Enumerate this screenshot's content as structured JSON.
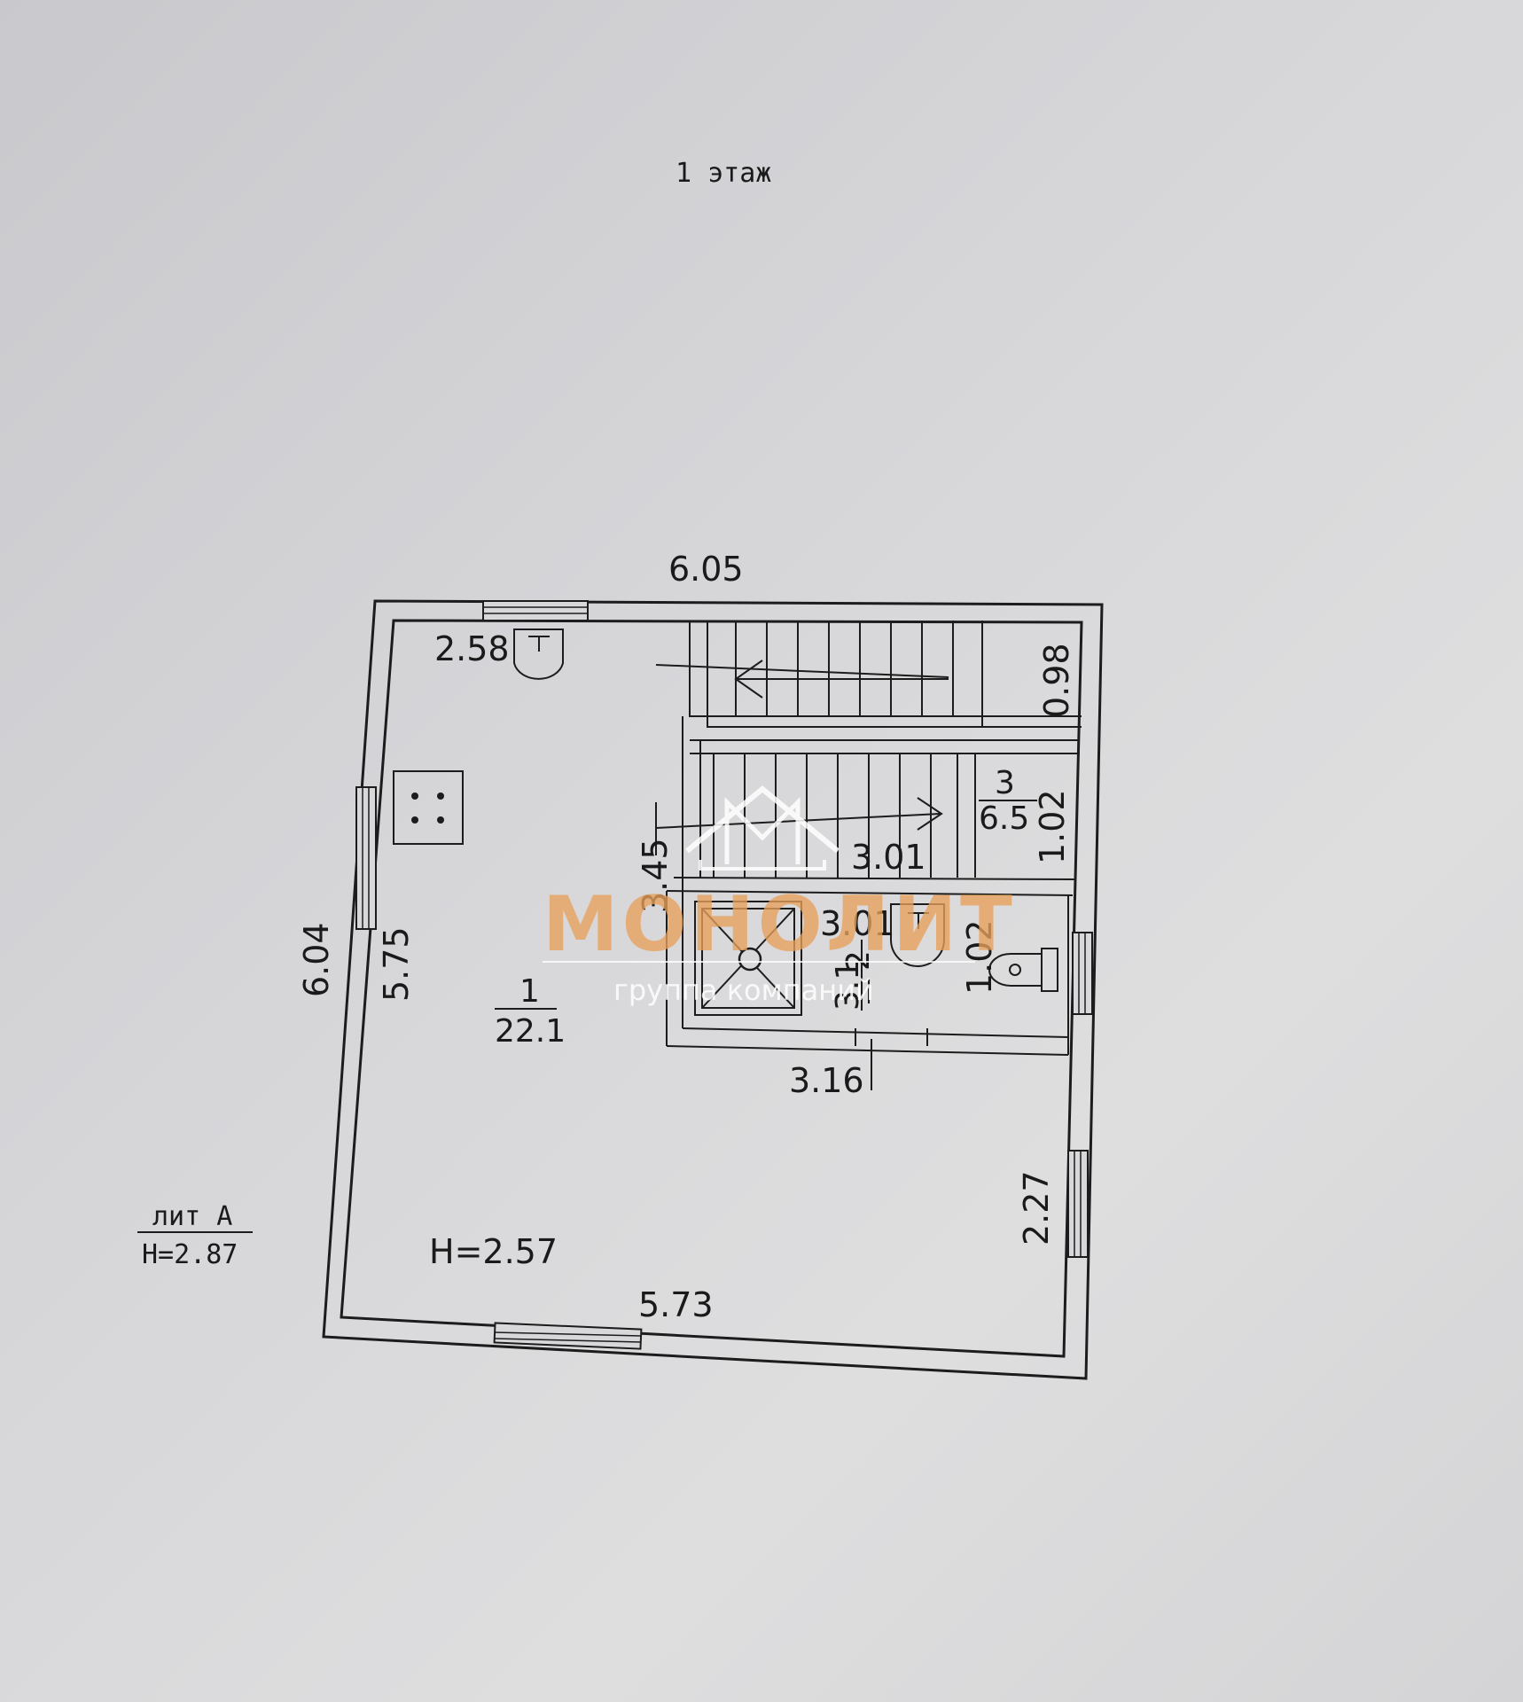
{
  "floor_title": "1 этаж",
  "lit": {
    "name": "лит А",
    "height": "H=2.87"
  },
  "room_height": "H=2.57",
  "rooms": [
    {
      "number": "1",
      "area": "22.1"
    },
    {
      "number": "2",
      "area": "3.1"
    },
    {
      "number": "3",
      "area": "6.5"
    }
  ],
  "dimensions": {
    "top_width": "6.05",
    "bottom_width": "5.73",
    "left_outer": "6.04",
    "left_inner": "5.75",
    "kitchen_top": "2.58",
    "stair_height": "3.45",
    "stair_upper_depth": "0.98",
    "stair_lower_depth": "1.02",
    "stair_width": "3.01",
    "bath_width": "3.01",
    "bath_depth": "1.02",
    "bath_bottom": "3.16",
    "right_lower": "2.27"
  },
  "watermark": {
    "name": "МОНОЛИТ",
    "subtitle": "группа компаний"
  }
}
